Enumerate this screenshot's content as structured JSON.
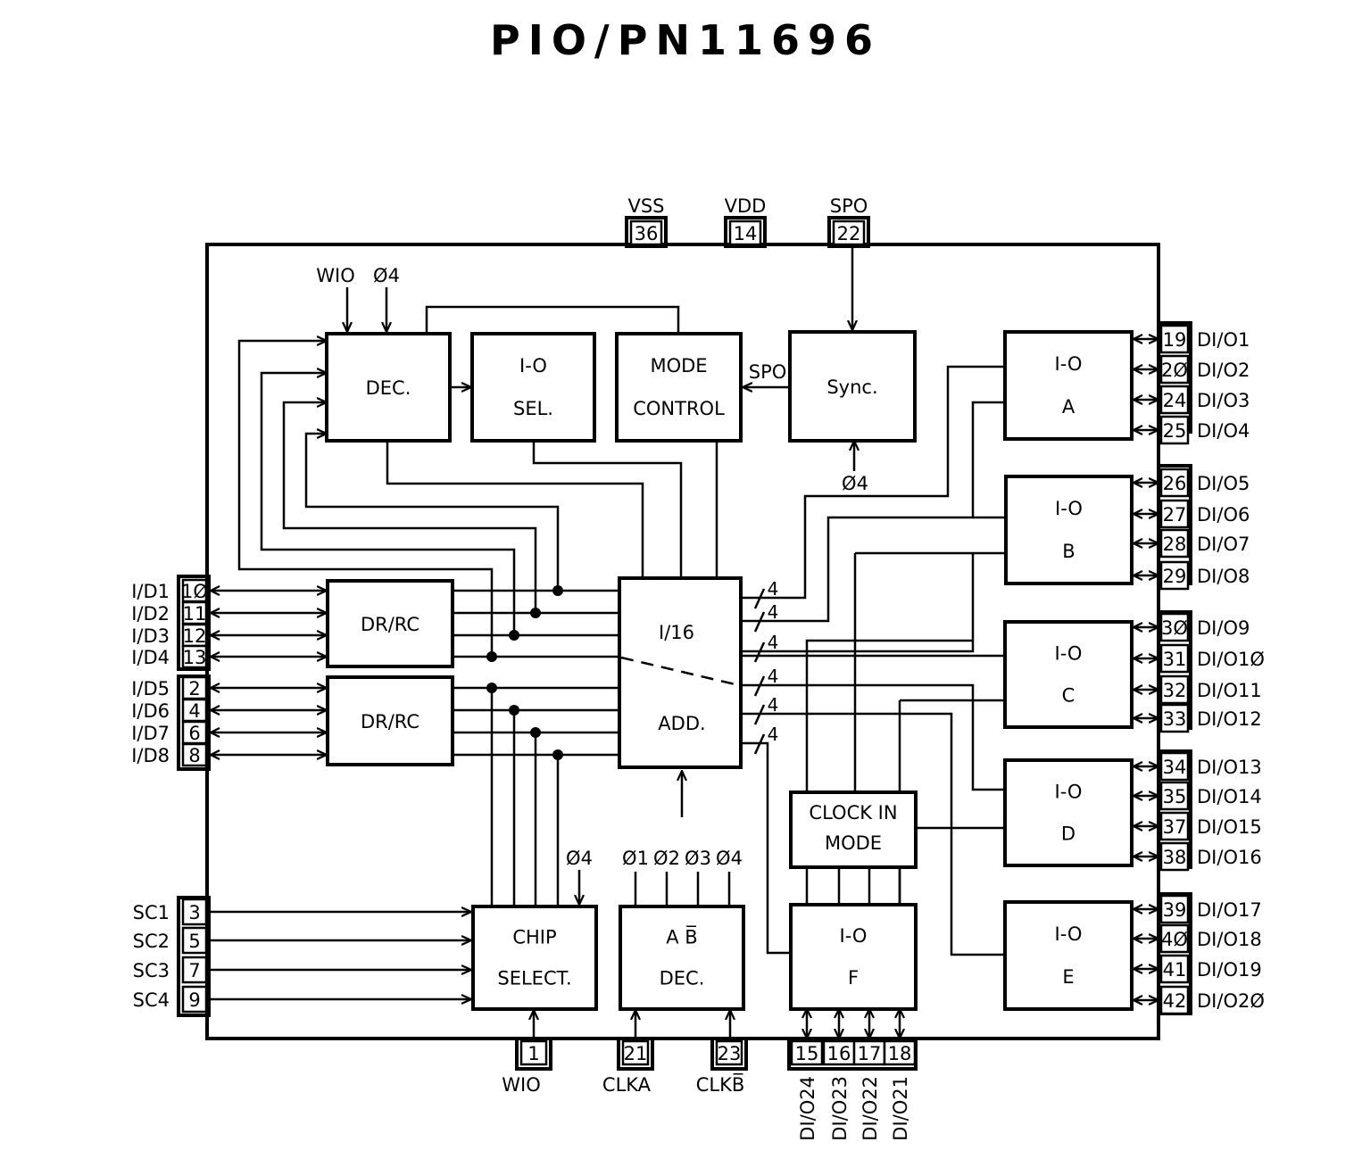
{
  "title": "PIO/PN11696",
  "blocks": {
    "dec": {
      "line1": "DEC.",
      "line2": ""
    },
    "io_sel": {
      "line1": "I-O",
      "line2": "SEL."
    },
    "mode_control": {
      "line1": "MODE",
      "line2": "CONTROL"
    },
    "sync": {
      "line1": "Sync.",
      "line2": ""
    },
    "drrc1": {
      "line1": "DR/RC",
      "line2": ""
    },
    "drrc2": {
      "line1": "DR/RC",
      "line2": ""
    },
    "i16_add": {
      "upper": "I/16",
      "lower": "ADD."
    },
    "chip_select": {
      "line1": "CHIP",
      "line2": "SELECT."
    },
    "ab_dec": {
      "line1": "A B̅",
      "line2": "DEC."
    },
    "clock_in_mode": {
      "line1": "CLOCK  IN",
      "line2": "MODE"
    },
    "io_f": {
      "line1": "I-O",
      "line2": "F"
    },
    "io_a": {
      "line1": "I-O",
      "line2": "A"
    },
    "io_b": {
      "line1": "I-O",
      "line2": "B"
    },
    "io_c": {
      "line1": "I-O",
      "line2": "C"
    },
    "io_d": {
      "line1": "I-O",
      "line2": "D"
    },
    "io_e": {
      "line1": "I-O",
      "line2": "E"
    }
  },
  "signals": {
    "wio": "WIO",
    "phi4": "Ø4",
    "spo": "SPO",
    "phi1": "Ø1",
    "phi2": "Ø2",
    "phi3": "Ø3",
    "bus_width": "4"
  },
  "top_pins": [
    {
      "name": "VSS",
      "pin": "36"
    },
    {
      "name": "VDD",
      "pin": "14"
    },
    {
      "name": "SPO",
      "pin": "22"
    }
  ],
  "left_pins_data": [
    {
      "name": "I/D1",
      "pin": "1Ø"
    },
    {
      "name": "I/D2",
      "pin": "11"
    },
    {
      "name": "I/D3",
      "pin": "12"
    },
    {
      "name": "I/D4",
      "pin": "13"
    },
    {
      "name": "I/D5",
      "pin": "2"
    },
    {
      "name": "I/D6",
      "pin": "4"
    },
    {
      "name": "I/D7",
      "pin": "6"
    },
    {
      "name": "I/D8",
      "pin": "8"
    }
  ],
  "left_pins_sc": [
    {
      "name": "SC1",
      "pin": "3"
    },
    {
      "name": "SC2",
      "pin": "5"
    },
    {
      "name": "SC3",
      "pin": "7"
    },
    {
      "name": "SC4",
      "pin": "9"
    }
  ],
  "bottom_pins": [
    {
      "name": "WIO",
      "pin": "1"
    },
    {
      "name": "CLKA",
      "pin": "21"
    },
    {
      "name": "CLKB̅",
      "pin": "23"
    }
  ],
  "bottom_io_pins": [
    {
      "name": "DI/O24",
      "pin": "15"
    },
    {
      "name": "DI/O23",
      "pin": "16"
    },
    {
      "name": "DI/O22",
      "pin": "17"
    },
    {
      "name": "DI/O21",
      "pin": "18"
    }
  ],
  "right_pins": [
    {
      "name": "DI/O1",
      "pin": "19"
    },
    {
      "name": "DI/O2",
      "pin": "2Ø"
    },
    {
      "name": "DI/O3",
      "pin": "24"
    },
    {
      "name": "DI/O4",
      "pin": "25"
    },
    {
      "name": "DI/O5",
      "pin": "26"
    },
    {
      "name": "DI/O6",
      "pin": "27"
    },
    {
      "name": "DI/O7",
      "pin": "28"
    },
    {
      "name": "DI/O8",
      "pin": "29"
    },
    {
      "name": "DI/O9",
      "pin": "3Ø"
    },
    {
      "name": "DI/O1Ø",
      "pin": "31"
    },
    {
      "name": "DI/O11",
      "pin": "32"
    },
    {
      "name": "DI/O12",
      "pin": "33"
    },
    {
      "name": "DI/O13",
      "pin": "34"
    },
    {
      "name": "DI/O14",
      "pin": "35"
    },
    {
      "name": "DI/O15",
      "pin": "37"
    },
    {
      "name": "DI/O16",
      "pin": "38"
    },
    {
      "name": "DI/O17",
      "pin": "39"
    },
    {
      "name": "DI/O18",
      "pin": "4Ø"
    },
    {
      "name": "DI/O19",
      "pin": "41"
    },
    {
      "name": "DI/O2Ø",
      "pin": "42"
    }
  ]
}
